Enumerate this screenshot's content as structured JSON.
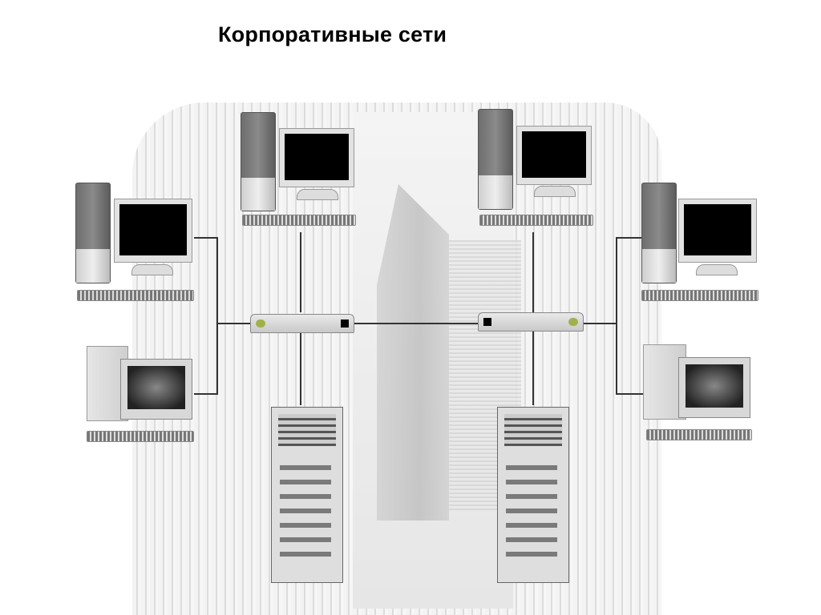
{
  "slide": {
    "title": "Корпоративные сети"
  },
  "diagram": {
    "type": "network-topology",
    "nodes": [
      {
        "id": "ws-top-left",
        "kind": "workstation-lcd"
      },
      {
        "id": "ws-top-right",
        "kind": "workstation-lcd"
      },
      {
        "id": "ws-left-upper",
        "kind": "workstation-lcd"
      },
      {
        "id": "ws-left-lower",
        "kind": "workstation-crt"
      },
      {
        "id": "ws-right-upper",
        "kind": "workstation-lcd"
      },
      {
        "id": "ws-right-lower",
        "kind": "workstation-crt"
      },
      {
        "id": "hub-left",
        "kind": "hub"
      },
      {
        "id": "hub-right",
        "kind": "hub"
      },
      {
        "id": "server-left",
        "kind": "server"
      },
      {
        "id": "server-right",
        "kind": "server"
      }
    ],
    "edges": [
      [
        "ws-top-left",
        "hub-left"
      ],
      [
        "ws-left-upper",
        "hub-left"
      ],
      [
        "ws-left-lower",
        "hub-left"
      ],
      [
        "server-left",
        "hub-left"
      ],
      [
        "hub-left",
        "hub-right"
      ],
      [
        "ws-top-right",
        "hub-right"
      ],
      [
        "ws-right-upper",
        "hub-right"
      ],
      [
        "ws-right-lower",
        "hub-right"
      ],
      [
        "server-right",
        "hub-right"
      ]
    ],
    "colors": {
      "line": "#333333",
      "led": "#9fb24a",
      "screen": "#000000"
    }
  }
}
